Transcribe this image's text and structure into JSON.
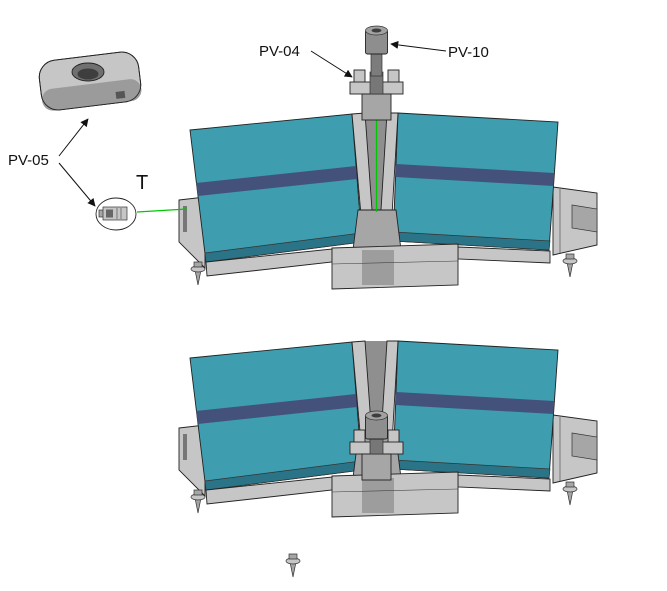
{
  "figure": {
    "callouts": {
      "pv04": {
        "label": "PV-04"
      },
      "pv10": {
        "label": "PV-10"
      },
      "pv05": {
        "label": "PV-05"
      },
      "t": {
        "label": "T"
      }
    },
    "colors": {
      "panel": "#3E9DAE",
      "panel_dark": "#2B7487",
      "panel_frame": "#44517A",
      "metal_light": "#c6c6c6",
      "metal_mid": "#a6a6a6",
      "metal_dark": "#777777",
      "construction_line": "#00C800",
      "outline": "#222222"
    }
  }
}
